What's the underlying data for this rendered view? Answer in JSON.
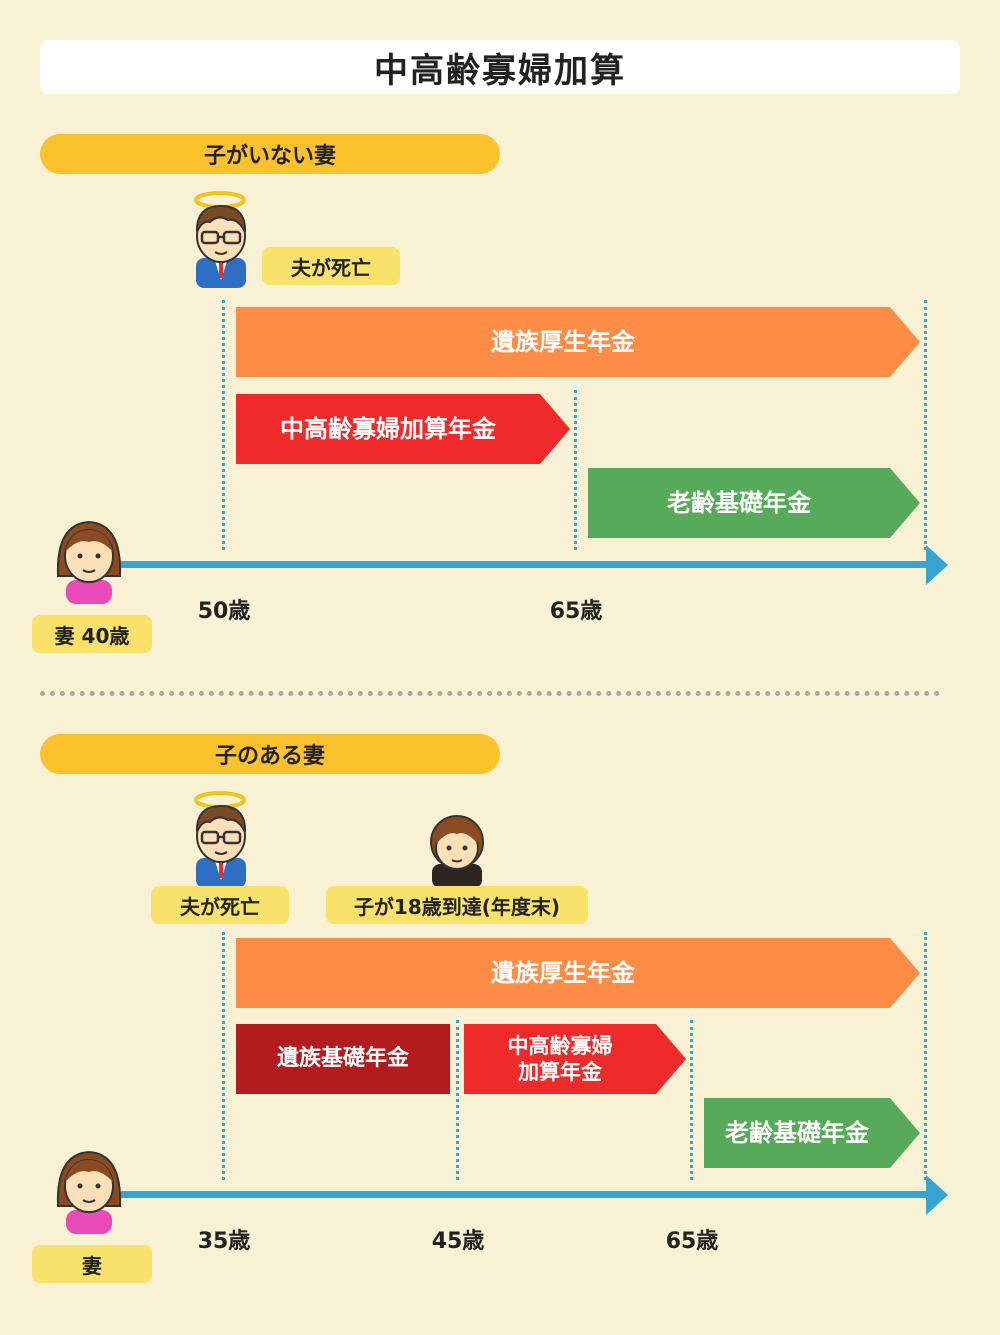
{
  "title": "中高齢寡婦加算",
  "sections": [
    {
      "heading": "子がいない妻",
      "events": {
        "husband": "夫が死亡"
      },
      "wife_label": "妻 40歳",
      "ages": [
        "50歳",
        "65歳"
      ],
      "bars": {
        "survivor_employee": "遺族厚生年金",
        "widow_addition": "中高齢寡婦加算年金",
        "old_age_basic": "老齢基礎年金"
      }
    },
    {
      "heading": "子のある妻",
      "events": {
        "husband": "夫が死亡",
        "child": "子が18歳到達(年度末)"
      },
      "wife_label": "妻",
      "ages": [
        "35歳",
        "45歳",
        "65歳"
      ],
      "bars": {
        "survivor_employee": "遺族厚生年金",
        "survivor_basic": "遺族基礎年金",
        "widow_addition_line1": "中高齢寡婦",
        "widow_addition_line2": "加算年金",
        "old_age_basic": "老齢基礎年金"
      }
    }
  ],
  "colors": {
    "background": "#f8f1d3",
    "header": "#fcc22d",
    "tag": "#f8e26c",
    "survivor_employee": "#fc8c46",
    "widow_addition": "#ee2a2a",
    "old_age_basic": "#56aa5a",
    "survivor_basic": "#b21c1e",
    "axis": "#37a4d1"
  },
  "icons": [
    "husband-angel-icon",
    "wife-icon",
    "child-icon"
  ]
}
